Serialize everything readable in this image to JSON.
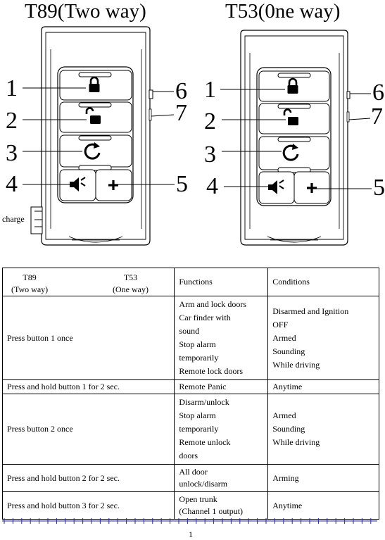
{
  "titles": {
    "t89": "T89(Two way)",
    "t53": "T53(0ne way)"
  },
  "callouts": [
    "1",
    "2",
    "3",
    "4",
    "5",
    "6",
    "7"
  ],
  "charge_label": "charge",
  "icons": [
    "lock-icon",
    "unlock-icon",
    "refresh-icon",
    "mute-icon",
    "plus-icon"
  ],
  "table": {
    "header": {
      "t89": "T89",
      "t89_sub": "(Two way)",
      "t53": "T53",
      "t53_sub": "(One way)",
      "functions": "Functions",
      "conditions": "Conditions"
    },
    "rows": [
      {
        "action": "Press button 1 once",
        "functions": [
          "Arm and lock doors",
          "Car finder with",
          "sound",
          "Stop alarm",
          "temporarily",
          "Remote lock doors"
        ],
        "conditions": [
          "Disarmed and Ignition",
          "OFF",
          "Armed",
          "Sounding",
          "While driving"
        ]
      },
      {
        "action": "Press and hold button 1 for 2 sec.",
        "functions": [
          "Remote Panic"
        ],
        "conditions": [
          "Anytime"
        ]
      },
      {
        "action": "Press button 2 once",
        "functions": [
          "Disarm/unlock",
          "Stop alarm",
          "temporarily",
          "Remote unlock",
          "doors"
        ],
        "conditions": [
          "Armed",
          "Sounding",
          "While driving"
        ]
      },
      {
        "action": "Press and hold button 2 for 2 sec.",
        "functions": [
          "All door",
          "unlock/disarm"
        ],
        "conditions": [
          "Arming"
        ]
      },
      {
        "action": "Press and hold button 3 for 2 sec.",
        "functions": [
          "Open trunk",
          "(Channel 1 output)"
        ],
        "conditions": [
          "Anytime"
        ]
      }
    ]
  },
  "page_number": "1"
}
